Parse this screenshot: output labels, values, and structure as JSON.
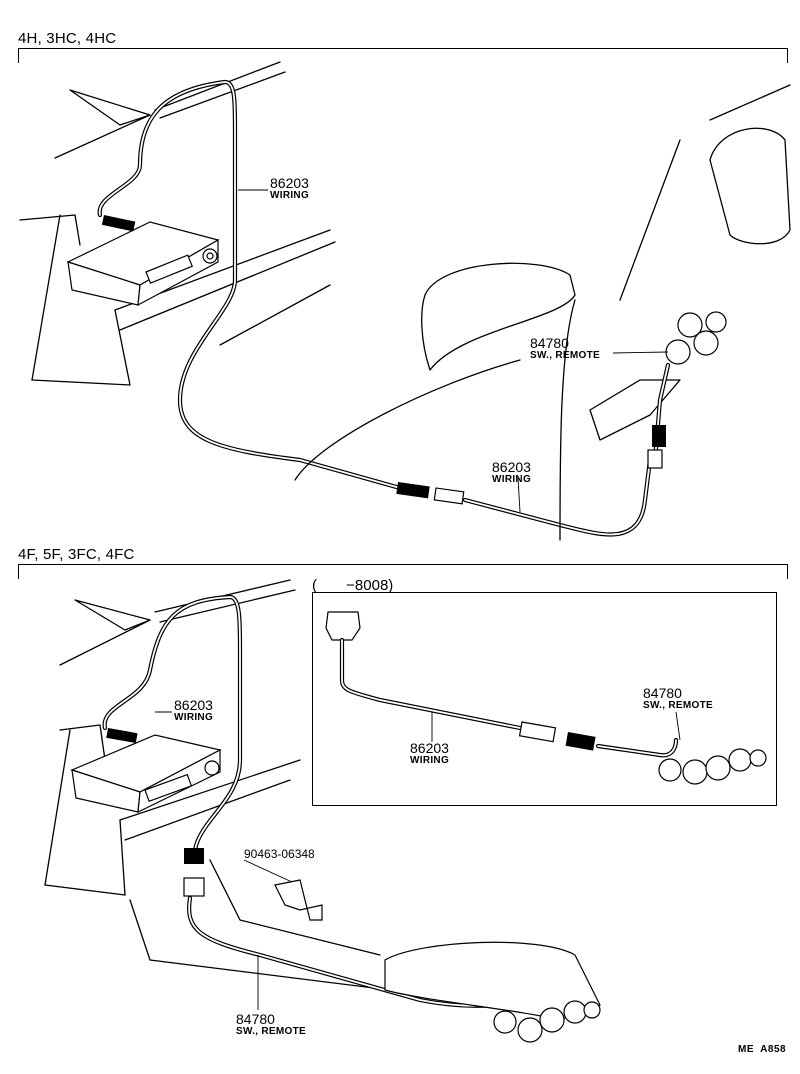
{
  "sections": [
    {
      "label": "4H, 3HC, 4HC"
    },
    {
      "label": "4F, 5F, 3FC, 4FC"
    }
  ],
  "upper": {
    "wiring_top": {
      "number": "86203",
      "desc": "WIRING"
    },
    "switch": {
      "number": "84780",
      "desc": "SW., REMOTE"
    },
    "wiring_bottom": {
      "number": "86203",
      "desc": "WIRING"
    }
  },
  "lower": {
    "wiring": {
      "number": "86203",
      "desc": "WIRING"
    },
    "bracket_part": {
      "number": "90463-06348"
    },
    "switch": {
      "number": "84780",
      "desc": "SW., REMOTE"
    }
  },
  "inset": {
    "label": "(       −8008)",
    "wiring": {
      "number": "86203",
      "desc": "WIRING"
    },
    "switch": {
      "number": "84780",
      "desc": "SW., REMOTE"
    }
  },
  "footer": {
    "code": "ME  A858"
  }
}
